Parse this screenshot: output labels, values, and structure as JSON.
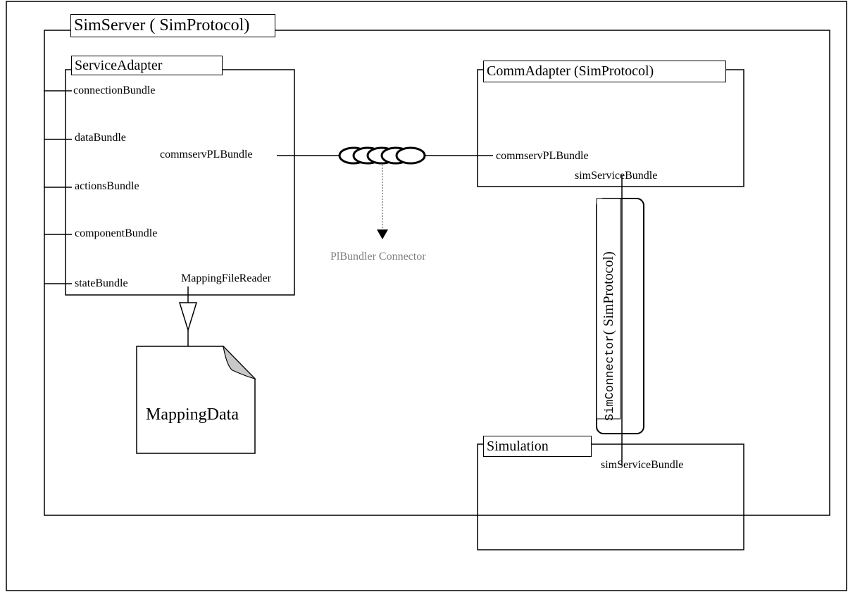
{
  "server": {
    "title": "SimServer ( SimProtocol)"
  },
  "service_adapter": {
    "title": "ServiceAdapter",
    "ports": [
      "connectionBundle",
      "dataBundle",
      "actionsBundle",
      "componentBundle",
      "stateBundle"
    ],
    "right_port": "commservPLBundle",
    "reader_port": "MappingFileReader"
  },
  "comm_adapter": {
    "title": "CommAdapter (SimProtocol)",
    "port": "commservPLBundle",
    "service_port": "simServiceBundle"
  },
  "simulation": {
    "title": "Simulation",
    "service_port": "simServiceBundle"
  },
  "connector": {
    "label": "PlBundler Connector"
  },
  "sim_connector": {
    "name_mono": "SimConnector",
    "name_rest": "( SimProtocol)"
  },
  "document": {
    "label": "MappingData"
  }
}
